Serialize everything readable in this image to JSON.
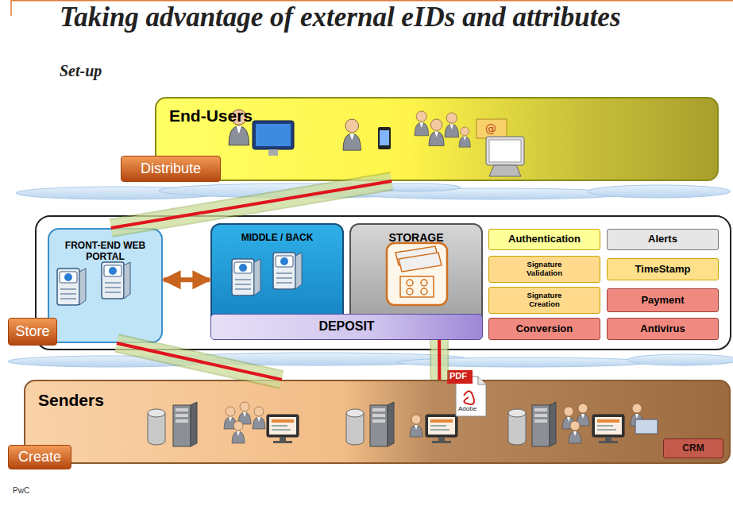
{
  "diagram": {
    "title": "Taking advantage of external eIDs and attributes",
    "nodes": [
      {
        "text": [
          "End-Users"
        ]
      },
      {
        "text": [
          "Distribute"
        ]
      },
      {
        "text": [
          "FRONT-END WEB PORTAL"
        ]
      },
      {
        "text": [
          "MIDDLE / BACK"
        ]
      },
      {
        "text": [
          "STORAGE"
        ]
      },
      {
        "text": [
          "DEPOSIT"
        ]
      },
      {
        "text": [
          "Authentication"
        ]
      },
      {
        "text": [
          "Alerts"
        ]
      },
      {
        "text": [
          "Signature Validation"
        ]
      },
      {
        "text": [
          "TimeStamp"
        ]
      },
      {
        "text": [
          "Signature Creation"
        ]
      },
      {
        "text": [
          "Payment"
        ]
      },
      {
        "text": [
          "Conversion"
        ]
      },
      {
        "text": [
          "Antivirus"
        ]
      },
      {
        "text": [
          "Store"
        ]
      },
      {
        "text": [
          "Senders"
        ]
      },
      {
        "text": [
          "CRM"
        ],
        "in": 15
      },
      {
        "text": [
          "Create"
        ]
      }
    ],
    "edges": [
      {
        "from": 2,
        "to": 3,
        "arrow": "both"
      },
      {
        "from": 2,
        "to": 0,
        "arrow": "none"
      },
      {
        "from": 2,
        "to": 15,
        "arrow": "none"
      },
      {
        "from": 5,
        "to": 15,
        "arrow": "none"
      }
    ],
    "labels": [
      "Set-up",
      "PDF",
      "Adobe",
      "PwC"
    ]
  }
}
